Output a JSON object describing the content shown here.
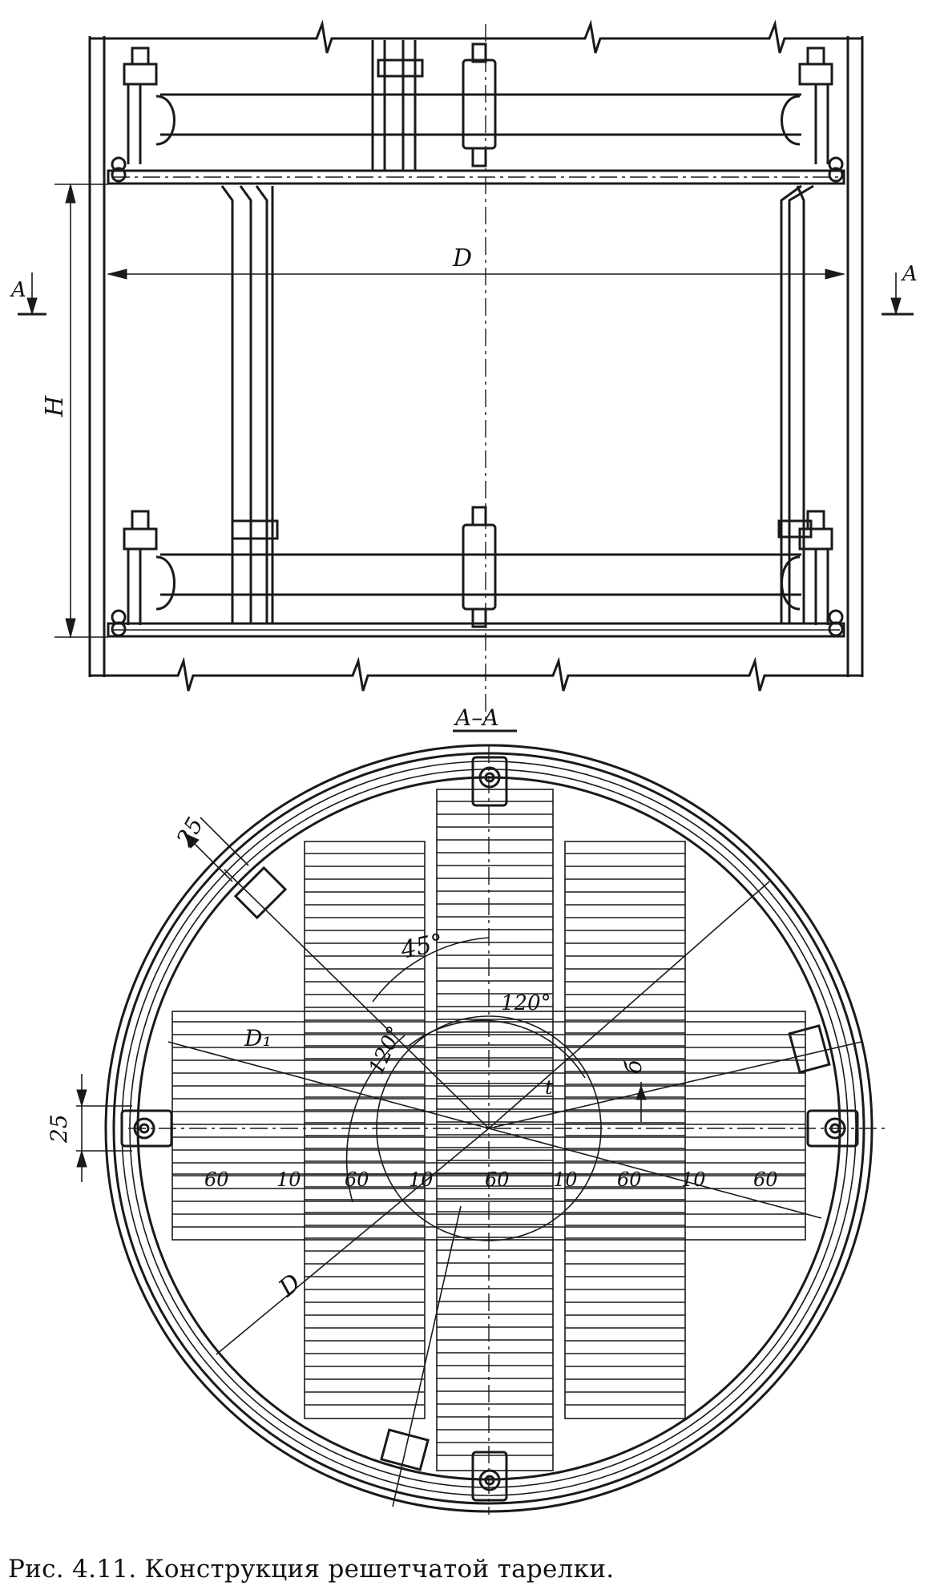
{
  "figure": {
    "caption": "Рис. 4.11. Конструкция решетчатой тарелки."
  },
  "elevation": {
    "dim_diameter": "D",
    "dim_height": "H",
    "section_left": "A",
    "section_right": "A"
  },
  "section": {
    "title": "A–A",
    "angle_45": "45°",
    "angle_120_top": "120°",
    "angle_120_left": "120°",
    "dim_d1": "D₁",
    "dim_d": "D",
    "dim_25_top": "25",
    "dim_25_left": "25",
    "dim_b": "б",
    "dim_t": "t",
    "spacing_labels": [
      "60",
      "10",
      "60",
      "10",
      "60",
      "10",
      "60",
      "10",
      "60"
    ]
  }
}
